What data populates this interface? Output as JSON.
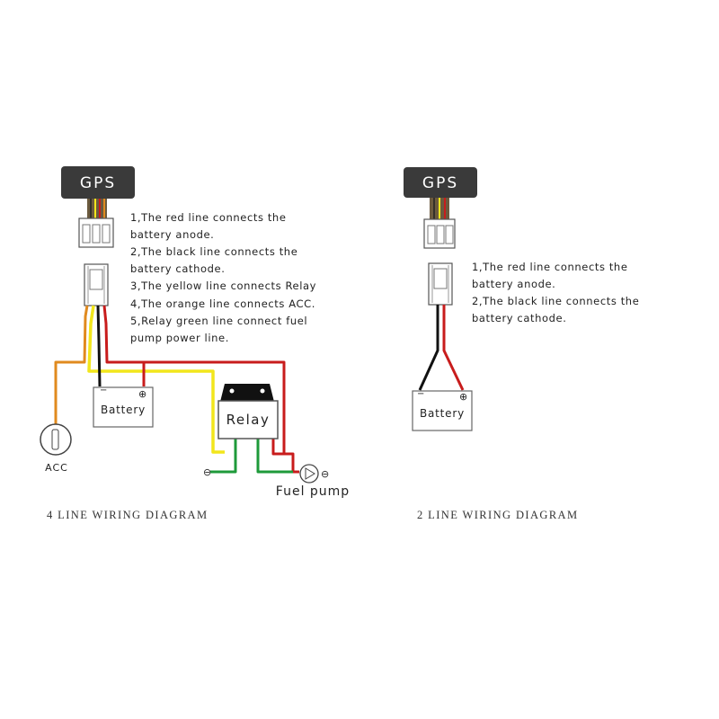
{
  "left": {
    "gps_label": "GPS",
    "notes": [
      "1,The red line connects the",
      "battery anode.",
      "2,The black line connects the",
      "battery cathode.",
      "3,The yellow line connects Relay",
      "4,The orange line connects ACC.",
      "5,Relay green line connect fuel",
      "pump power line."
    ],
    "battery_label": "Battery",
    "battery_minus": "−",
    "battery_plus": "⊕",
    "relay_label": "Relay",
    "acc_label": "ACC",
    "fuel_pump_label": "Fuel pump",
    "ground_symbol": "⊖",
    "caption": "4 LINE WIRING DIAGRAM"
  },
  "right": {
    "gps_label": "GPS",
    "notes": [
      "1,The red line connects the",
      "battery anode.",
      "2,The black line connects the",
      "battery cathode."
    ],
    "battery_label": "Battery",
    "battery_minus": "−",
    "battery_plus": "⊕",
    "caption": "2 LINE WIRING DIAGRAM"
  },
  "colors": {
    "red": "#c81c1c",
    "black": "#111111",
    "yellow": "#f2e61c",
    "orange": "#e08a1e",
    "green": "#1e9a3a",
    "gps_box": "#3a3a3a"
  }
}
